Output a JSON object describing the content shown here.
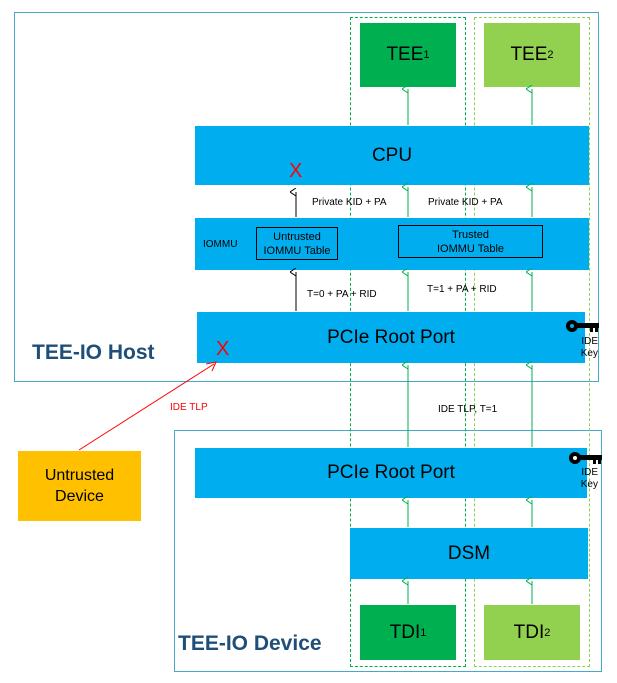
{
  "host": {
    "title": "TEE-IO Host",
    "tee1": "TEE",
    "tee1_sub": "1",
    "tee2": "TEE",
    "tee2_sub": "2",
    "cpu": "CPU",
    "iommu": "IOMMU",
    "untrusted_table_line1": "Untrusted",
    "untrusted_table_line2": "IOMMU Table",
    "trusted_table_line1": "Trusted",
    "trusted_table_line2": "IOMMU Table",
    "root_port": "PCIe Root Port",
    "ide_key_line1": "IDE",
    "ide_key_line2": "Key",
    "x_mark": "X",
    "label_private_kid_left": "Private KID + PA",
    "label_private_kid_right": "Private KID + PA",
    "label_t0": "T=0 + PA + RID",
    "label_t1": "T=1 + PA + RID"
  },
  "link": {
    "ide_tlp_red": "IDE TLP",
    "ide_tlp_t1": "IDE TLP, T=1"
  },
  "untrusted_device": {
    "line1": "Untrusted",
    "line2": "Device"
  },
  "device": {
    "title": "TEE-IO Device",
    "root_port": "PCIe Root Port",
    "ide_key_line1": "IDE",
    "ide_key_line2": "Key",
    "dsm": "DSM",
    "tdi1": "TDI",
    "tdi1_sub": "1",
    "tdi2": "TDI",
    "tdi2_sub": "2"
  },
  "colors": {
    "blue_box": "#00aeef",
    "dark_green": "#00b050",
    "light_green": "#92d050",
    "orange": "#ffc000",
    "title": "#1f4e79",
    "frame": "#47a9c9",
    "red": "#ff0000"
  }
}
